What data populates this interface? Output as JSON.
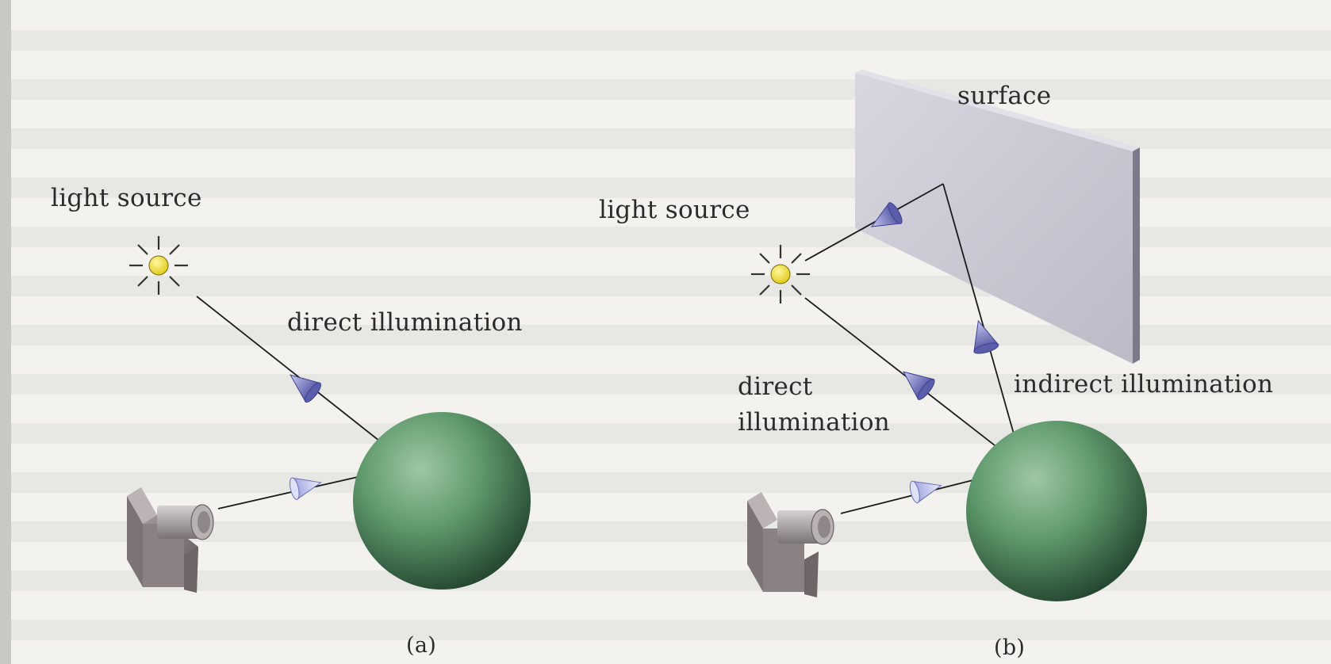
{
  "panel_a": {
    "light_source_label": "light source",
    "direct_label": "direct illumination",
    "caption": "(a)"
  },
  "panel_b": {
    "surface_label": "surface",
    "light_source_label": "light source",
    "direct_label_line1": "direct",
    "direct_label_line2": "illumination",
    "indirect_label": "indirect illumination",
    "caption": "(b)"
  },
  "colors": {
    "sphere": "#4f8a5e",
    "surface": "#cdcbd6",
    "light_core": "#f3e22a",
    "cone": "#7274b9",
    "camera": "#8c8484"
  }
}
